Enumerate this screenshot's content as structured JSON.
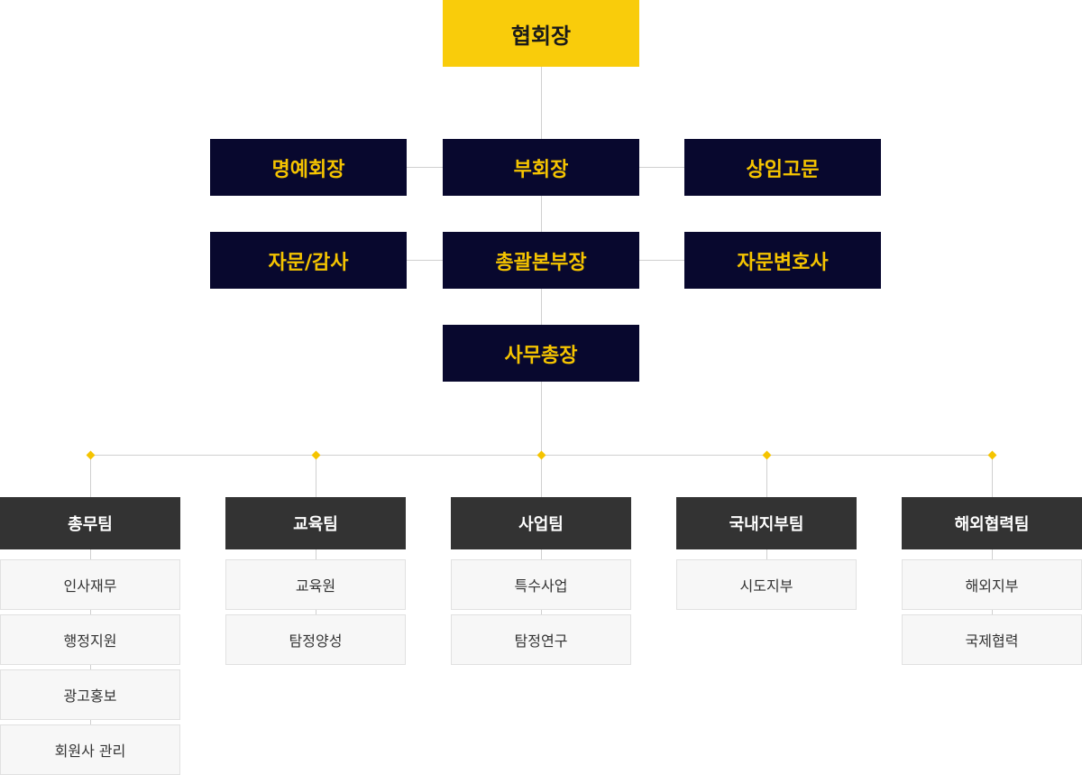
{
  "chairman": "협회장",
  "row1": {
    "left": "명예회장",
    "center": "부회장",
    "right": "상임고문"
  },
  "row2": {
    "left": "자문/감사",
    "center": "총괄본부장",
    "right": "자문변호사"
  },
  "secretary_general": "사무총장",
  "teams": [
    {
      "name": "총무팀",
      "units": [
        "인사재무",
        "행정지원",
        "광고홍보",
        "회원사 관리"
      ]
    },
    {
      "name": "교육팀",
      "units": [
        "교육원",
        "탐정양성"
      ]
    },
    {
      "name": "사업팀",
      "units": [
        "특수사업",
        "탐정연구"
      ]
    },
    {
      "name": "국내지부팀",
      "units": [
        "시도지부"
      ]
    },
    {
      "name": "해외협력팀",
      "units": [
        "해외지부",
        "국제협력"
      ]
    }
  ],
  "colors": {
    "chairman_bg": "#f9cc0b",
    "executive_bg": "#08082e",
    "executive_text": "#f5c400",
    "team_bg": "#333333",
    "unit_bg": "#f7f7f7",
    "connector": "#d0d0d0",
    "connector_dot": "#f5c400"
  }
}
